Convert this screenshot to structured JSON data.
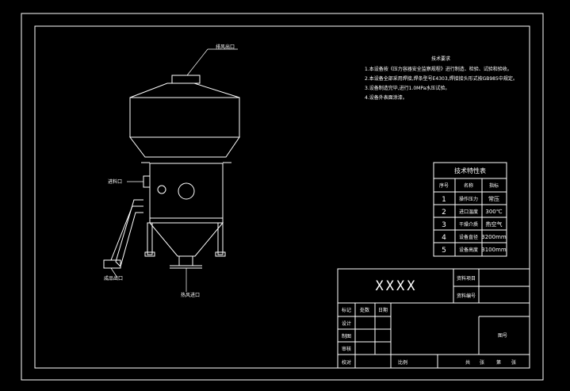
{
  "drawing": {
    "labels": {
      "top_outlet": "排风出口",
      "side_inlet": "进料口",
      "bottom_outlet": "成品出口",
      "bottom_inlet": "热风进口"
    },
    "requirements": {
      "title": "技术要求",
      "items": [
        "1.本设备按《压力容器安全监察规程》进行制造、检验、试验和验收。",
        "2.本设备全部采用焊接,焊条型号E4303,焊接接头形式按GB985中规定。",
        "3.设备制造完毕,进行1.0MPa水压试验。",
        "4.设备外表面涂漆。"
      ]
    },
    "spec_table": {
      "title": "技术特性表",
      "headers": [
        "序号",
        "名称",
        "指标"
      ],
      "rows": [
        {
          "no": "1",
          "name": "操作压力",
          "value": "常压"
        },
        {
          "no": "2",
          "name": "进口温度",
          "value": "300℃"
        },
        {
          "no": "3",
          "name": "干燥介质",
          "value": "热空气"
        },
        {
          "no": "4",
          "name": "设备直径",
          "value": "3200mm"
        },
        {
          "no": "5",
          "name": "设备高度",
          "value": "3100mm"
        }
      ]
    },
    "title_block": {
      "drawing_title": "XXXX",
      "field_1": "资料项目",
      "field_2": "资料编号",
      "rev_headers": [
        "标记",
        "处数",
        "日期"
      ],
      "roles": [
        "设计",
        "制图",
        "审核",
        "校对"
      ],
      "remark": "图号",
      "scale_label": "比例",
      "sheet_labels": [
        "共",
        "张",
        "第",
        "张"
      ]
    }
  }
}
